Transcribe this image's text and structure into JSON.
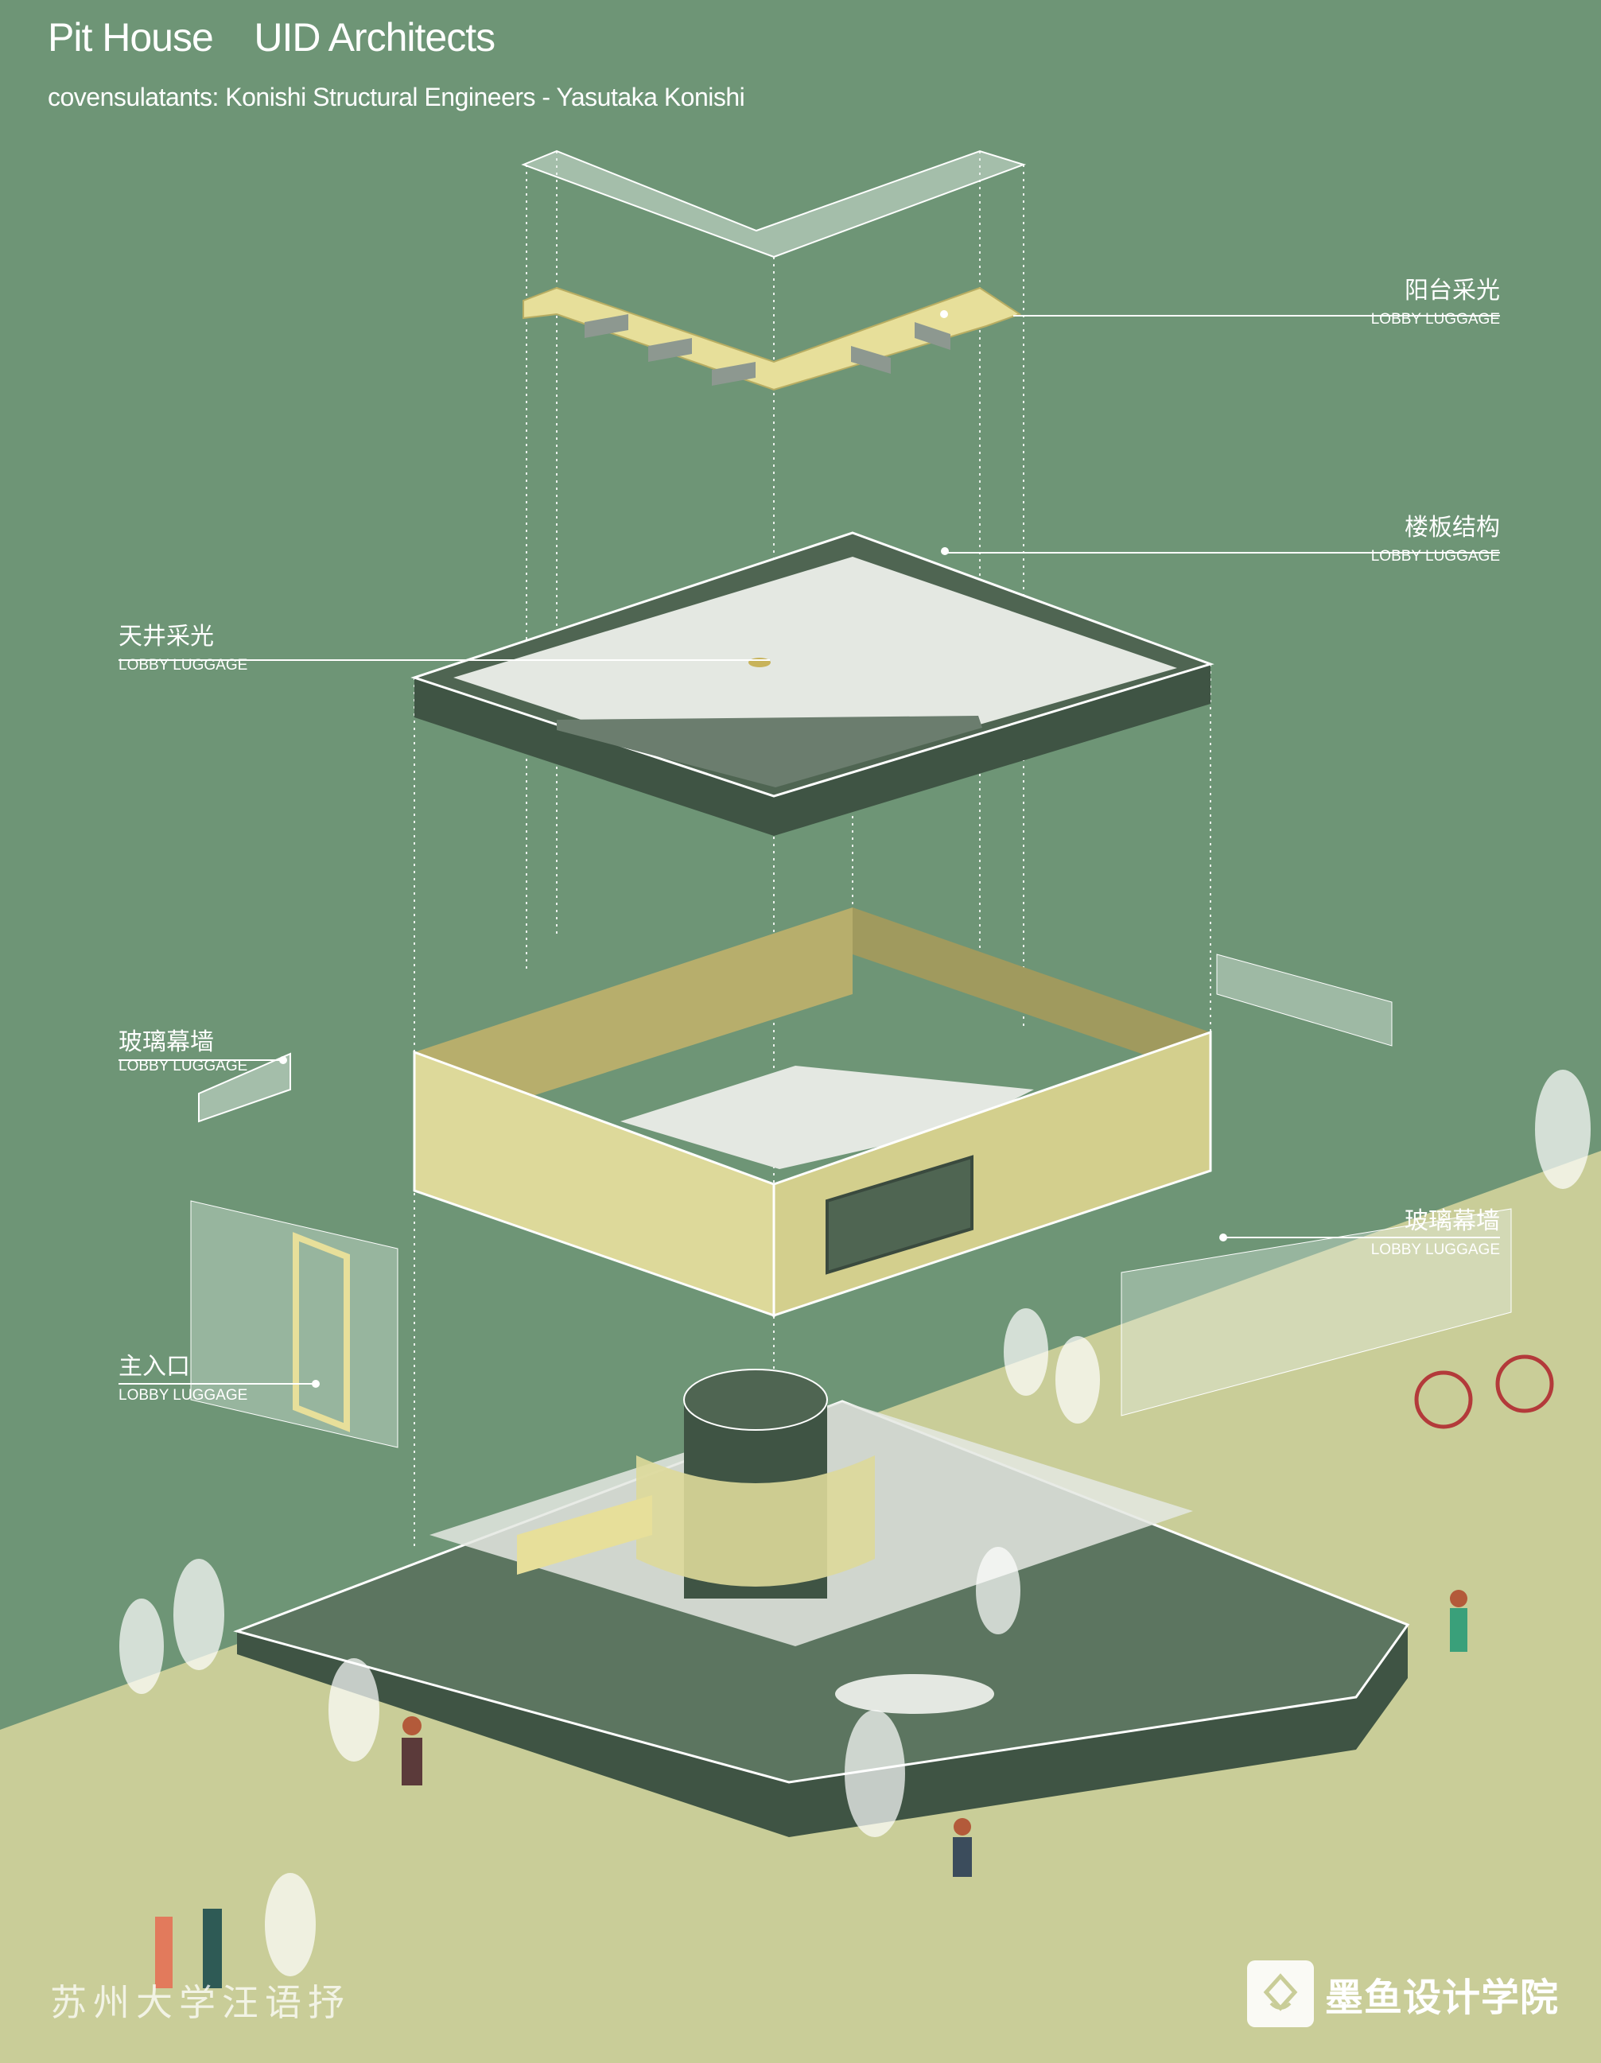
{
  "header": {
    "title": "Pit House    UID Architects",
    "subtitle": "covensulatants: Konishi Structural Engineers - Yasutaka  Konishi"
  },
  "labels": [
    {
      "cn": "阳台采光",
      "en": "LOBBY LUGGAGE"
    },
    {
      "cn": "楼板结构",
      "en": "LOBBY LUGGAGE"
    },
    {
      "cn": "天井采光",
      "en": "LOBBY LUGGAGE"
    },
    {
      "cn": "玻璃幕墙",
      "en": "LOBBY LUGGAGE"
    },
    {
      "cn": "玻璃幕墙",
      "en": "LOBBY LUGGAGE"
    },
    {
      "cn": "主入口",
      "en": "LOBBY LUGGAGE"
    }
  ],
  "watermark": "苏州大学汪语抒",
  "logo": {
    "text": "墨鱼设计学院",
    "icon": "squid-logo-icon"
  },
  "colors": {
    "background_green": "#6e9576",
    "ground": "#c9cd98",
    "wall_yellow": "#ddd99a",
    "slab_dark": "#4f6552",
    "slab_light": "#e4e8e2"
  }
}
